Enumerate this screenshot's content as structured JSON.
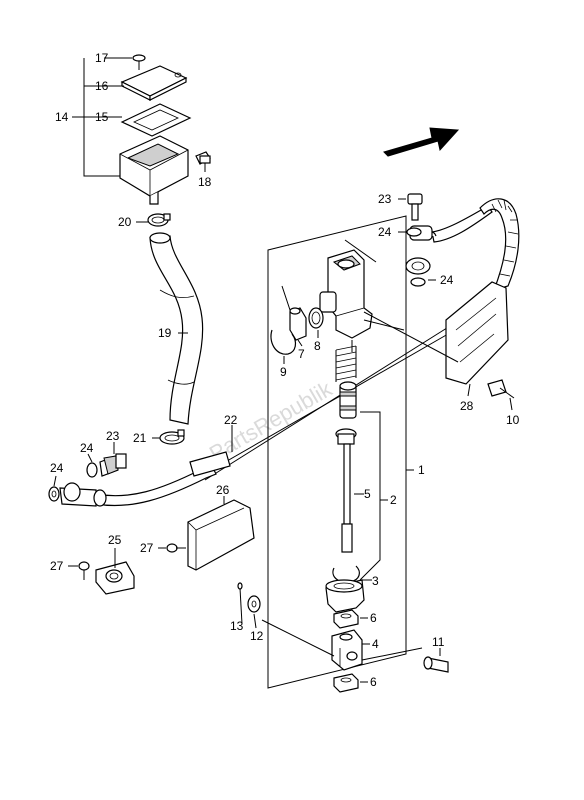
{
  "watermark": "PartsRepublik",
  "labels": {
    "p1": "1",
    "p2": "2",
    "p3": "3",
    "p4": "4",
    "p5": "5",
    "p6a": "6",
    "p6b": "6",
    "p7": "7",
    "p8": "8",
    "p9": "9",
    "p10": "10",
    "p11": "11",
    "p12": "12",
    "p13": "13",
    "p14": "14",
    "p15": "15",
    "p16": "16",
    "p17": "17",
    "p18": "18",
    "p19": "19",
    "p20": "20",
    "p21": "21",
    "p22": "22",
    "p23a": "23",
    "p23b": "23",
    "p24a": "24",
    "p24b": "24",
    "p24c": "24",
    "p24d": "24",
    "p25": "25",
    "p26": "26",
    "p27a": "27",
    "p27b": "27",
    "p28": "28"
  }
}
